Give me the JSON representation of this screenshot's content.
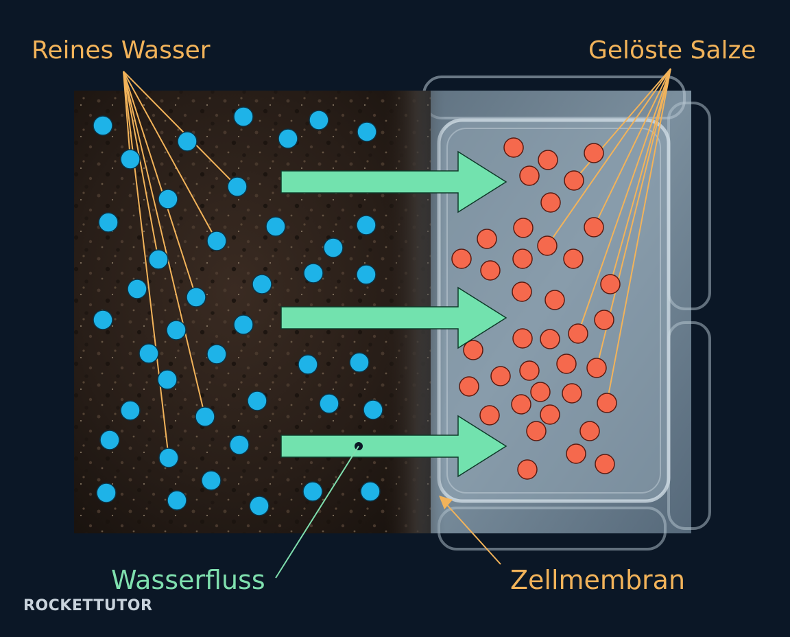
{
  "labels": {
    "pure_water": "Reines Wasser",
    "dissolved_salts": "Gelöste Salze",
    "water_flow": "Wasserfluss",
    "cell_membrane": "Zellmembran"
  },
  "logo_text": "ROCKETTUTOR",
  "colors": {
    "background": "#0b1726",
    "label_orange": "#f2b35a",
    "label_green": "#7fdfae",
    "water_dot": "#1eb3e8",
    "salt_dot": "#f5694d",
    "arrow": "#72e2ae",
    "soil": "#2a1f18",
    "cell": "#8ea3b1"
  },
  "icons": [
    "water-molecule-icon",
    "salt-particle-icon",
    "flow-arrow-icon"
  ]
}
